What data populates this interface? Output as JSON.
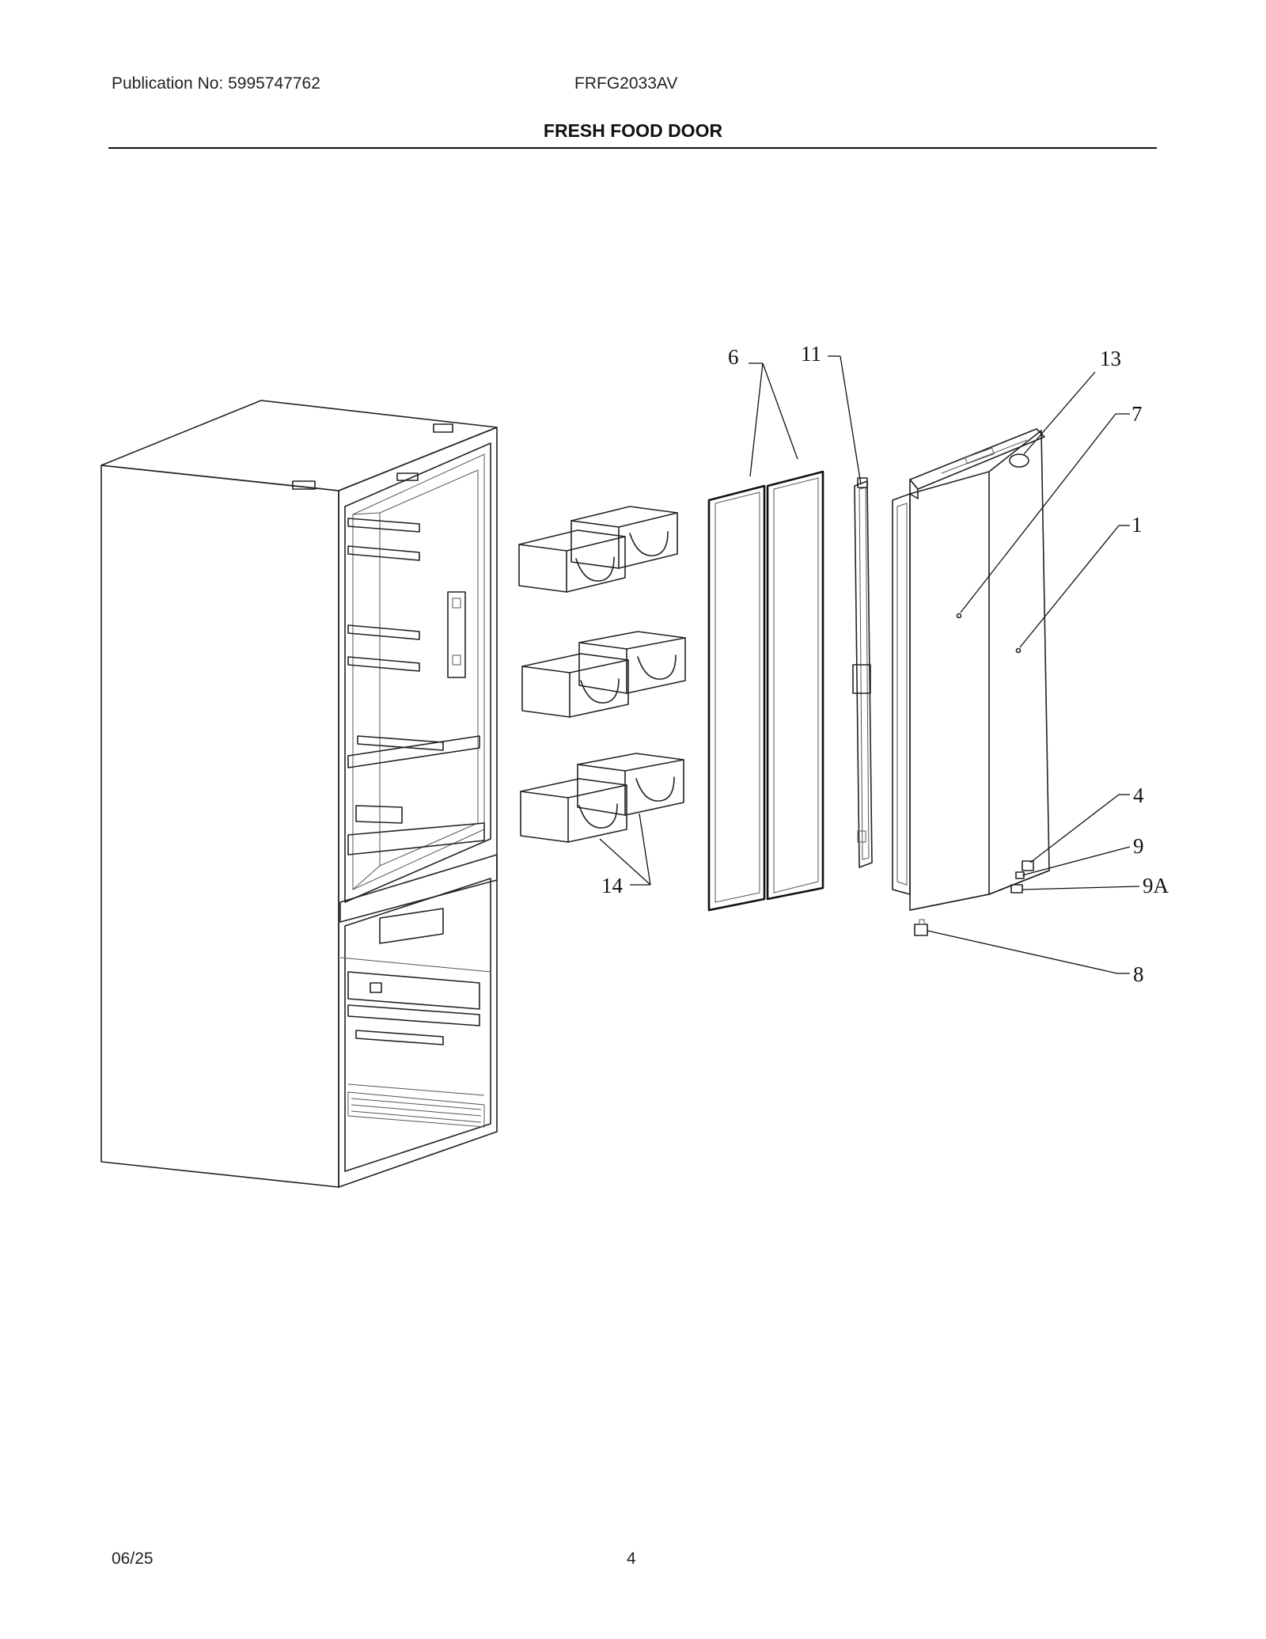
{
  "header": {
    "publication": "Publication No: 5995747762",
    "model": "FRFG2033AV",
    "title": "FRESH FOOD DOOR"
  },
  "footer": {
    "date": "06/25",
    "page": "4"
  },
  "callouts": [
    {
      "key": "c6",
      "label": "6"
    },
    {
      "key": "c11",
      "label": "11"
    },
    {
      "key": "c13",
      "label": "13"
    },
    {
      "key": "c7",
      "label": "7"
    },
    {
      "key": "c1",
      "label": "1"
    },
    {
      "key": "c4",
      "label": "4"
    },
    {
      "key": "c9",
      "label": "9"
    },
    {
      "key": "c9a",
      "label": "9A"
    },
    {
      "key": "c8",
      "label": "8"
    },
    {
      "key": "c14",
      "label": "14"
    }
  ]
}
